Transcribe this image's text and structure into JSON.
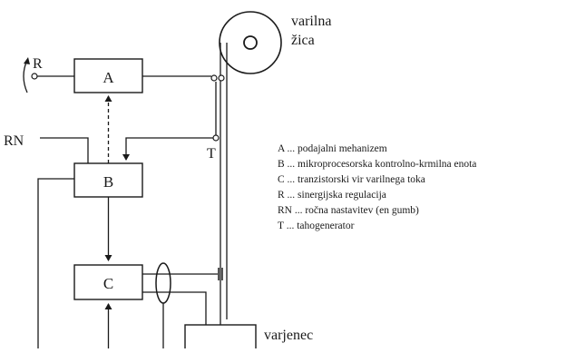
{
  "blocks": {
    "a": "A",
    "b": "B",
    "c": "C"
  },
  "labels": {
    "r": "R",
    "rn": "RN",
    "t": "T",
    "wire_line1": "varilna",
    "wire_line2": "žica",
    "workpiece": "varjenec"
  },
  "legend": [
    "A ... podajalni mehanizem",
    "B ... mikroprocesorska kontrolno-krmilna enota",
    "C ... tranzistorski vir varilnega toka",
    "R ... sinergijska regulacija",
    "RN ... ročna nastavitev (en gumb)",
    "T ... tahogenerator"
  ]
}
